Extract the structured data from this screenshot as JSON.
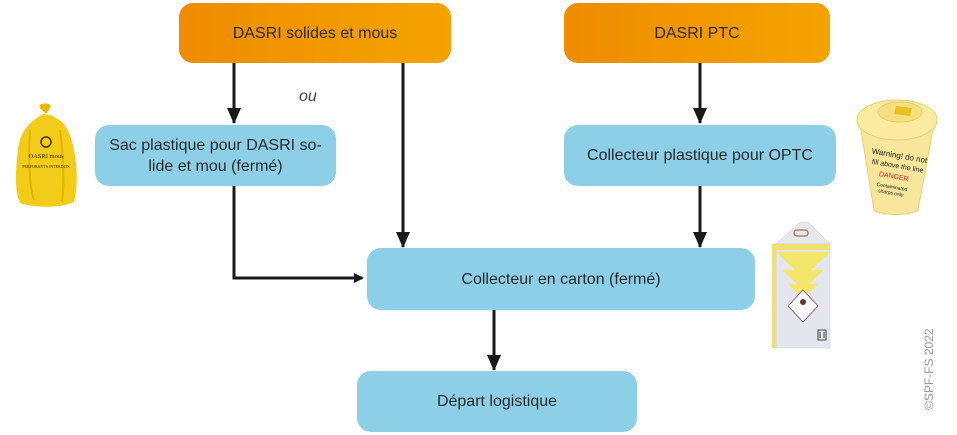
{
  "nodes": {
    "dasri_solides": {
      "label": "DASRI solides et mous"
    },
    "dasri_ptc": {
      "label": "DASRI PTC"
    },
    "sac_plastique": {
      "label": "Sac plastique pour DASRI so-\nlide et mou (fermé)"
    },
    "collecteur_optc": {
      "label": "Collecteur plastique pour OPTC"
    },
    "collecteur_carton": {
      "label": "Collecteur en carton (fermé)"
    },
    "depart": {
      "label": "Départ logistique"
    }
  },
  "connector_label": "ou",
  "edges": [
    {
      "from": "dasri_solides",
      "to": "sac_plastique"
    },
    {
      "from": "dasri_solides",
      "to": "collecteur_carton"
    },
    {
      "from": "sac_plastique",
      "to": "collecteur_carton"
    },
    {
      "from": "dasri_ptc",
      "to": "collecteur_optc"
    },
    {
      "from": "collecteur_optc",
      "to": "collecteur_carton"
    },
    {
      "from": "collecteur_carton",
      "to": "depart"
    }
  ],
  "illustrations": {
    "bag": {
      "line1": "DASRI mous",
      "line2": "PERFORANTS INTERDITS"
    },
    "sharps_container": {
      "line1": "Warning! do not",
      "line2": "fill above the line",
      "line3": "DANGER",
      "line4": "Contaminated",
      "line5": "sharps only"
    },
    "carton": {}
  },
  "copyright": "©SPF-FS 2022",
  "colors": {
    "orange_start": "#ef8c00",
    "orange_end": "#f5a300",
    "blue": "#8ccfe6",
    "arrow": "#1a1a1a"
  }
}
